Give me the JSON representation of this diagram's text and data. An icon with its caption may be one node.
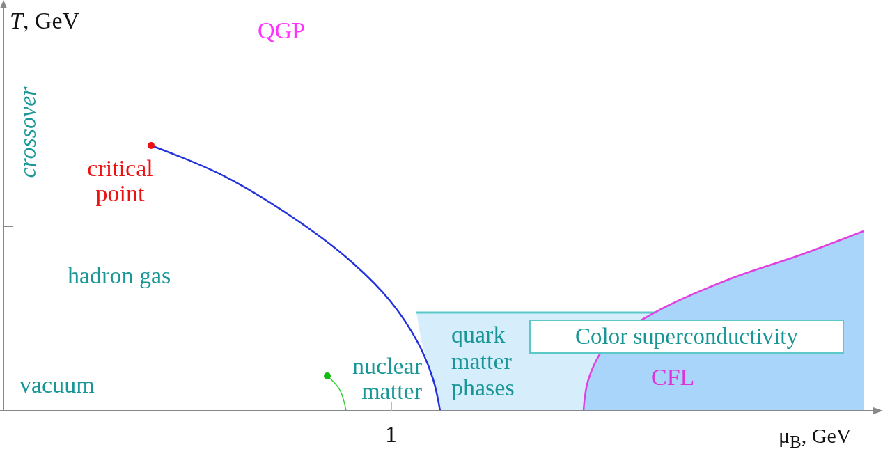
{
  "diagram": {
    "nodes": [
      {
        "text": [
          "Color superconductivity"
        ]
      }
    ],
    "labels": [
      "*T*, GeV",
      "QGP",
      "crossover",
      "critical point",
      "hadron gas",
      "vacuum",
      "nuclear matter",
      "quark matter phases",
      "CFL",
      "1",
      "μ$_{B}$, GeV"
    ]
  }
}
